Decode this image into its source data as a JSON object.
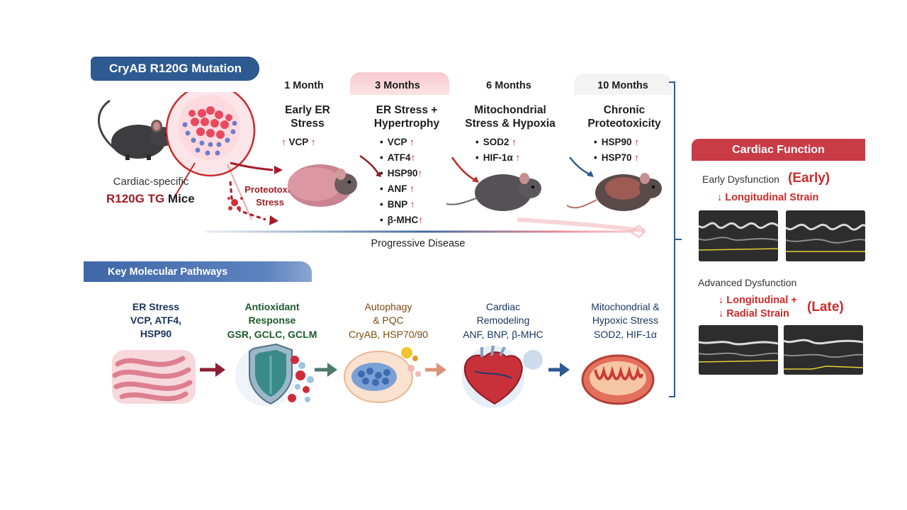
{
  "header": {
    "mutation_banner": "CryAB R120G Mutation"
  },
  "model": {
    "line1": "Cardiac-specific",
    "line2_red": "R120G TG",
    "line2_rest": " Mice",
    "proteotoxic": "Proteotoxic\nStress"
  },
  "timeline": {
    "stages": [
      {
        "time": "1 Month",
        "title": "Early ER\nStress",
        "markers": [
          "VCP"
        ]
      },
      {
        "time": "3 Months",
        "title": "ER Stress +\nHypertrophy",
        "markers": [
          "VCP",
          "ATF4",
          "HSP90",
          "ANF",
          "BNP",
          "β-MHC"
        ]
      },
      {
        "time": "6 Months",
        "title": "Mitochondrial\nStress & Hypoxia",
        "markers": [
          "SOD2",
          "HIF-1α"
        ]
      },
      {
        "time": "10 Months",
        "title": "Chronic\nProteotoxicity",
        "markers": [
          "HSP90",
          "HSP70"
        ]
      }
    ],
    "progression_label": "Progressive Disease"
  },
  "pathways": {
    "banner": "Key Molecular Pathways",
    "items": [
      {
        "title": "ER Stress",
        "genes": "VCP, ATF4,\nHSP90",
        "color": "#17335e"
      },
      {
        "title": "Antioxidant\nResponse",
        "genes": "GSR, GCLC, GCLM",
        "color": "#1d5a2b"
      },
      {
        "title": "Autophagy\n& PQC",
        "genes": "CryAB, HSP70/90",
        "color": "#7a4a0c"
      },
      {
        "title": "Cardiac\nRemodeling",
        "genes": "ANF, BNP, β-MHC",
        "color": "#17335e"
      },
      {
        "title": "Mitochondrial &\nHypoxic Stress",
        "genes": "SOD2, HIF-1α",
        "color": "#17335e"
      }
    ]
  },
  "cardiac_function": {
    "banner": "Cardiac Function",
    "early": {
      "label": "Early Dysfunction",
      "tag": "(Early)",
      "strain": "Longitudinal Strain"
    },
    "advanced": {
      "label": "Advanced Dysfunction",
      "tag": "(Late)",
      "strain_line1": "Longitudinal +",
      "strain_line2": "Radial Strain"
    }
  },
  "colors": {
    "navy": "#2e5a92",
    "accent_red": "#c0272d",
    "cardiac_banner": "#c93b47"
  },
  "icons": [
    "mouse-icon",
    "cell-aggregate-icon",
    "er-icon",
    "shield-icon",
    "autophagy-icon",
    "heart-icon",
    "mitochondrion-icon",
    "up-arrow-icon",
    "down-arrow-icon",
    "echo-image"
  ]
}
